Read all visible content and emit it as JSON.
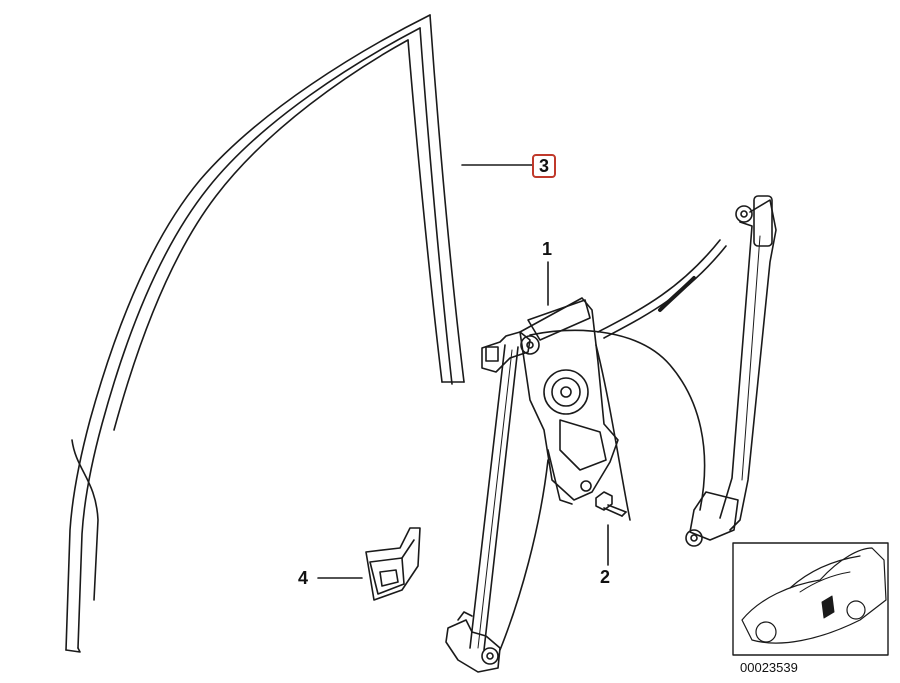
{
  "callouts": [
    {
      "id": "1",
      "text": "1"
    },
    {
      "id": "2",
      "text": "2"
    },
    {
      "id": "3",
      "text": "3",
      "highlighted": true
    },
    {
      "id": "4",
      "text": "4"
    }
  ],
  "catalog_number": "00023539",
  "colors": {
    "line": "#1a1a1a",
    "highlight": "#c0392b",
    "fill": "#ffffff"
  }
}
